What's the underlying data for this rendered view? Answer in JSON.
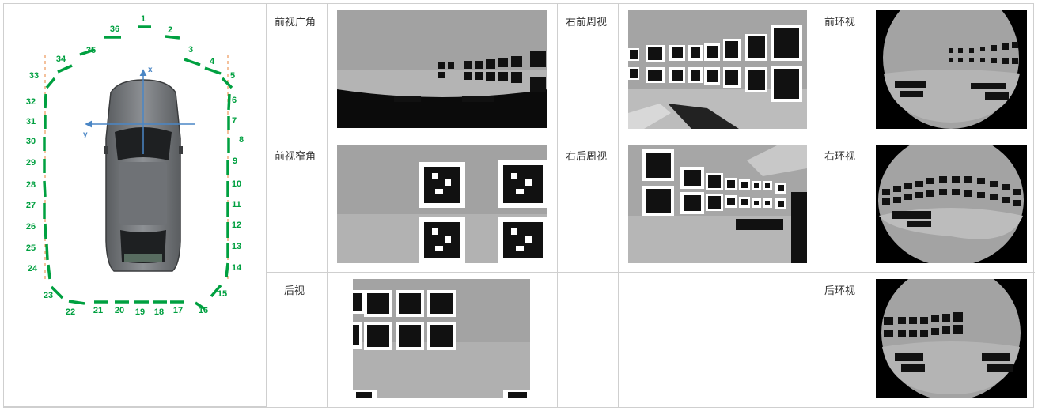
{
  "diagram": {
    "axis_x_label": "x",
    "axis_y_label": "y",
    "marker_color": "#00a040",
    "axis_color": "#4a86c5",
    "markers": [
      {
        "n": "1"
      },
      {
        "n": "2"
      },
      {
        "n": "3"
      },
      {
        "n": "4"
      },
      {
        "n": "5"
      },
      {
        "n": "6"
      },
      {
        "n": "7"
      },
      {
        "n": "8"
      },
      {
        "n": "9"
      },
      {
        "n": "10"
      },
      {
        "n": "11"
      },
      {
        "n": "12"
      },
      {
        "n": "13"
      },
      {
        "n": "14"
      },
      {
        "n": "15"
      },
      {
        "n": "16"
      },
      {
        "n": "17"
      },
      {
        "n": "18"
      },
      {
        "n": "19"
      },
      {
        "n": "20"
      },
      {
        "n": "21"
      },
      {
        "n": "22"
      },
      {
        "n": "23"
      },
      {
        "n": "24"
      },
      {
        "n": "25"
      },
      {
        "n": "26"
      },
      {
        "n": "27"
      },
      {
        "n": "28"
      },
      {
        "n": "29"
      },
      {
        "n": "30"
      },
      {
        "n": "31"
      },
      {
        "n": "32"
      },
      {
        "n": "33"
      },
      {
        "n": "34"
      },
      {
        "n": "35"
      },
      {
        "n": "36"
      }
    ]
  },
  "cameras": {
    "front_wide": "前视广角",
    "right_front": "右前周视",
    "front_surround": "前环视",
    "front_narrow": "前视窄角",
    "right_rear": "右后周视",
    "right_surround": "右环视",
    "rear": "后视",
    "rear_surround": "后环视"
  }
}
